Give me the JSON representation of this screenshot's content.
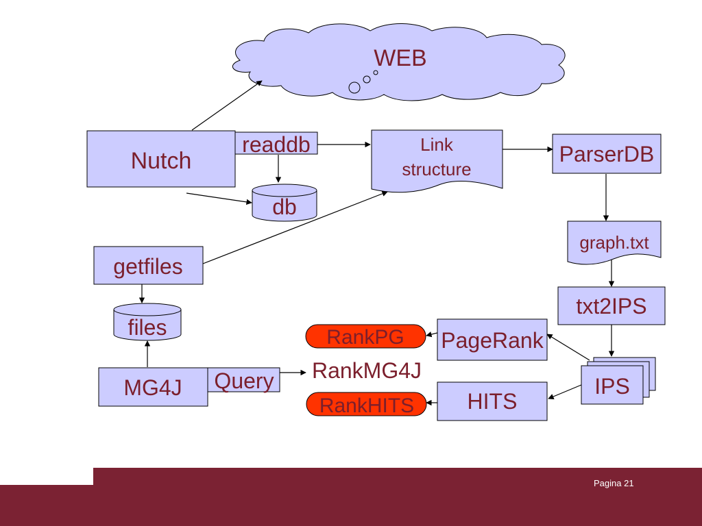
{
  "nodes": {
    "web": "WEB",
    "nutch": "Nutch",
    "readdb": "readdb",
    "db": "db",
    "link_structure_line1": "Link",
    "link_structure_line2": "structure",
    "parserdb": "ParserDB",
    "graph_txt": "graph.txt",
    "txt2ips": "txt2IPS",
    "getfiles": "getfiles",
    "files": "files",
    "pagerank": "PageRank",
    "rankpg": "RankPG",
    "rankmg4j": "RankMG4J",
    "mg4j": "MG4J",
    "query": "Query",
    "ips": "IPS",
    "hits": "HITS",
    "rankhits": "RankHITS"
  },
  "footer": {
    "page_label": "Pagina 21"
  },
  "colors": {
    "box_fill": "#ccccff",
    "text": "#7b1f2c",
    "rank_fill": "#ff3300",
    "footer_bar": "#7b2233"
  }
}
